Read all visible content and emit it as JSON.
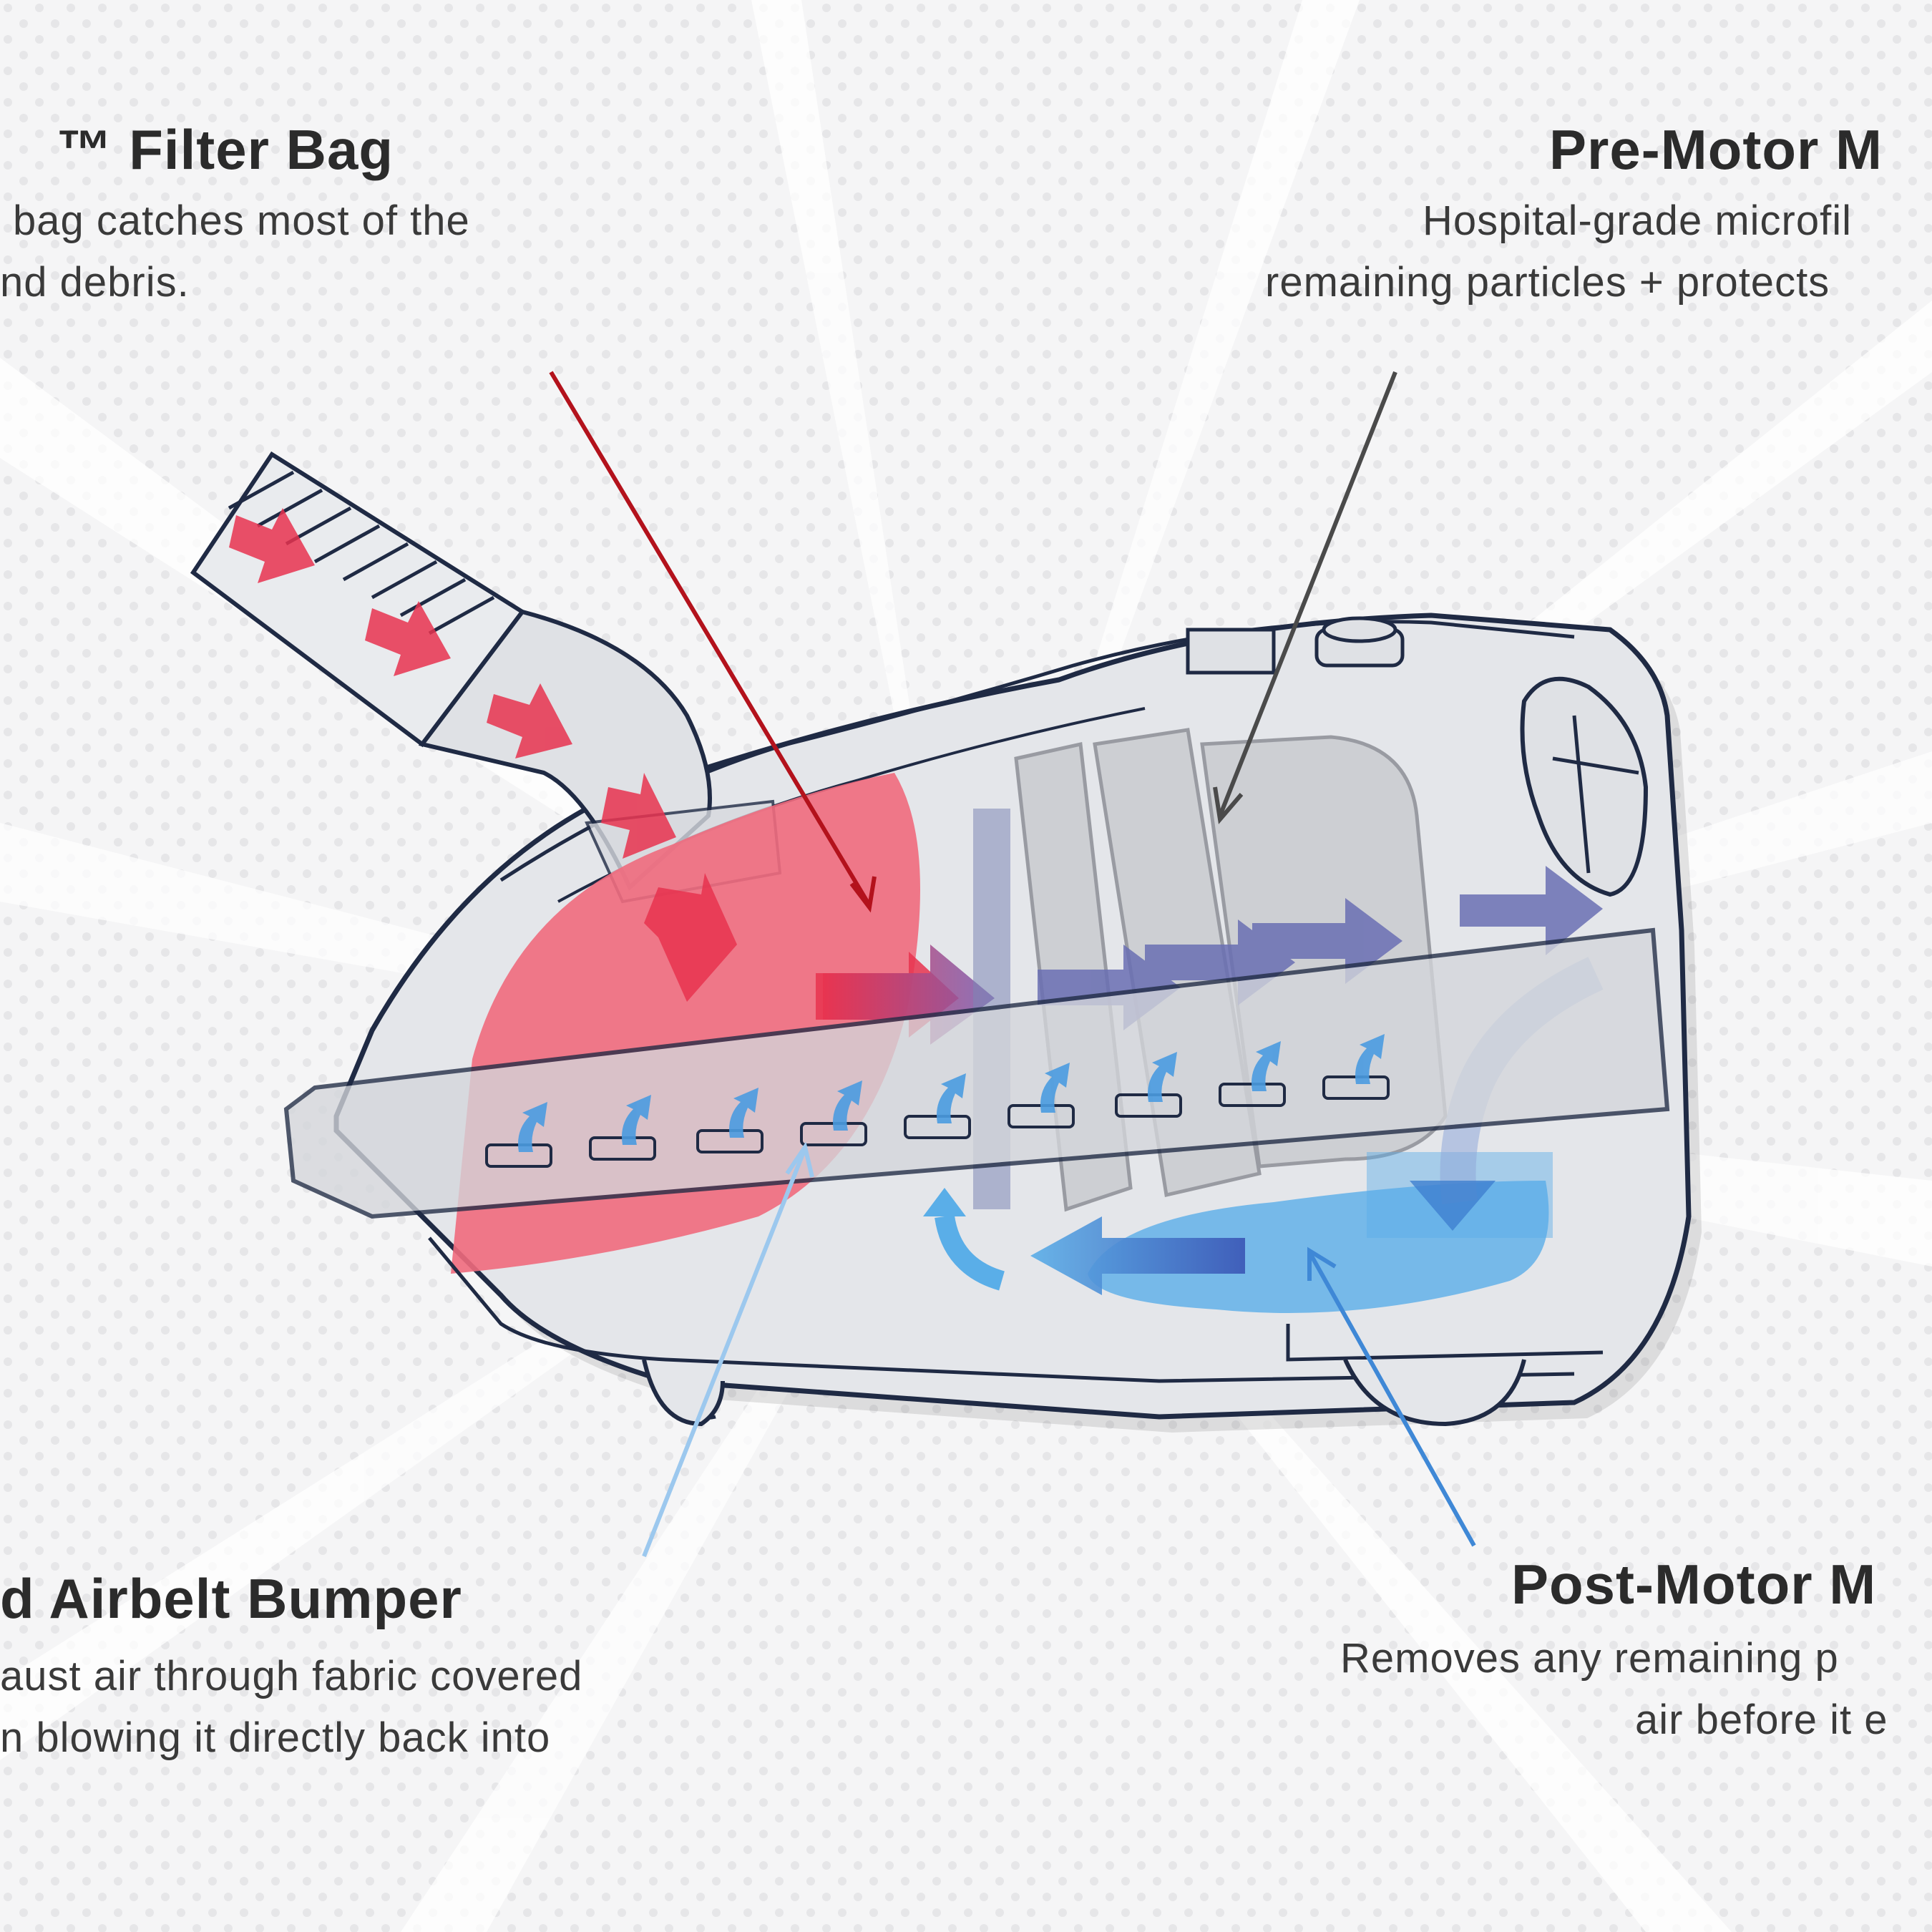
{
  "callouts": {
    "filter_bag": {
      "title": "™ Filter Bag",
      "lines": [
        "bag catches most of the",
        "nd debris."
      ]
    },
    "pre_motor": {
      "title": "Pre-Motor M",
      "lines": [
        "Hospital-grade microfil",
        "remaining particles + protects"
      ]
    },
    "airbelt": {
      "title": "d Airbelt Bumper",
      "lines": [
        "aust air through fabric covered",
        "n blowing it directly back into"
      ]
    },
    "post_motor": {
      "title": "Post-Motor M",
      "lines": [
        "Removes any remaining p",
        "air before it e"
      ]
    }
  },
  "colors": {
    "red_zone": "#f06a7d",
    "red_arrow": "#e8334f",
    "blue_zone": "#5aaee8",
    "blue_arrow": "#4a9be0",
    "purple_arrow": "#6a6fb3",
    "leader_red": "#b3121c",
    "leader_gray": "#4a4a4a",
    "leader_lightblue": "#9cc8ee",
    "leader_blue": "#3f88d6"
  }
}
